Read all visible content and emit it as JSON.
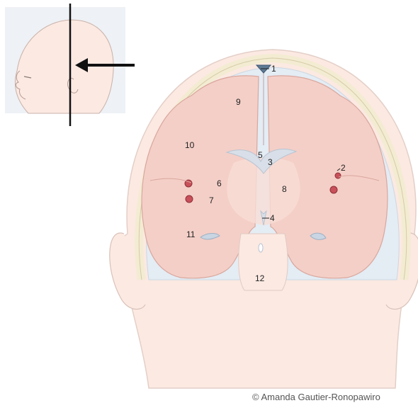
{
  "inset": {
    "description_icon": "infant-head-profile-icon",
    "arrow_icon": "arrow-left-icon"
  },
  "labels": [
    "1",
    "2",
    "3",
    "4",
    "5",
    "6",
    "7",
    "8",
    "9",
    "10",
    "11",
    "12"
  ],
  "copyright": "© Amanda Gautier-Ronopawiro",
  "colors": {
    "skin": "#fbe9e2",
    "brain": "#f4cfc7",
    "ventricle": "#d8dfe8",
    "skull": "#f3ecd2",
    "vessel": "#c8505a",
    "csf": "#e4ecf4"
  }
}
